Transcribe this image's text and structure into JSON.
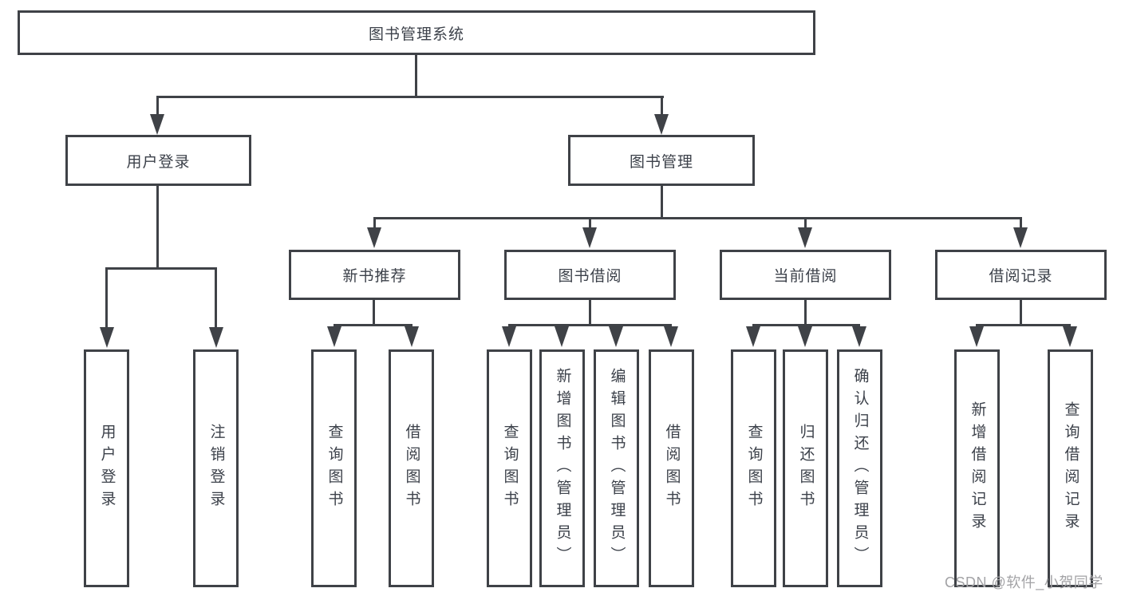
{
  "nodes": {
    "root": {
      "label": "图书管理系统"
    },
    "branches": [
      {
        "label": "用户登录"
      },
      {
        "label": "图书管理"
      }
    ],
    "sections": [
      {
        "label": "新书推荐"
      },
      {
        "label": "图书借阅"
      },
      {
        "label": "当前借阅"
      },
      {
        "label": "借阅记录"
      }
    ],
    "leaves": [
      {
        "label": "用户登录"
      },
      {
        "label": "注销登录"
      },
      {
        "label": "查询图书"
      },
      {
        "label": "借阅图书"
      },
      {
        "label": "查询图书"
      },
      {
        "label": "新增图书（管理员）"
      },
      {
        "label": "编辑图书（管理员）"
      },
      {
        "label": "借阅图书"
      },
      {
        "label": "查询图书"
      },
      {
        "label": "归还图书"
      },
      {
        "label": "确认归还（管理员）"
      },
      {
        "label": "新增借阅记录"
      },
      {
        "label": "查询借阅记录"
      }
    ]
  },
  "watermark": {
    "text": "CSDN @软件_小贺同学"
  },
  "colors": {
    "line": "#3f4247",
    "text": "#3c414a",
    "bg": "#ffffff",
    "wm": "#a3a3a6"
  }
}
